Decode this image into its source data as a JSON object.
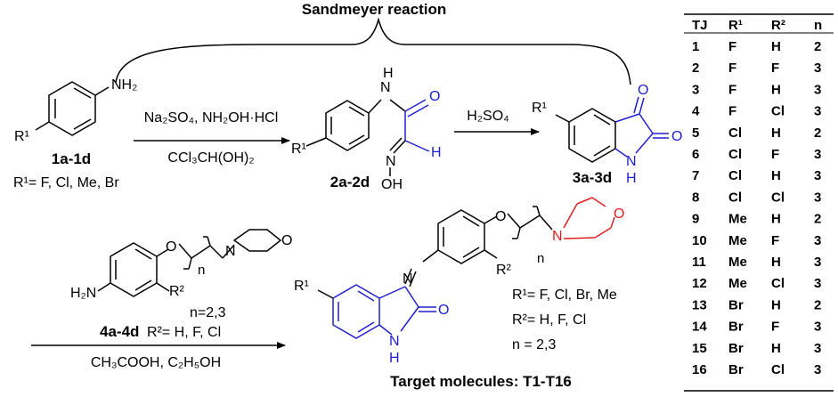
{
  "title": "Sandmeyer reaction",
  "compounds": {
    "c1_label": "1a-1d",
    "c1_r1_list": "R¹= F, Cl, Me, Br",
    "c2_label": "2a-2d",
    "c3_label": "3a-3d",
    "c4_label": "4a-4d",
    "c4_r2_list": "R²= H, F, Cl",
    "c4_n": "n=2,3",
    "target_label": "Target molecules:  T1-T16"
  },
  "conditions": {
    "step1_top": "Na₂SO₄, NH₂OH·HCl",
    "step1_bottom": "CCl₃CH(OH)₂",
    "step2": "H₂SO₄",
    "step3": "CH₃COOH, C₂H₅OH"
  },
  "target_substituents": {
    "r1": "R¹= F, Cl, Br, Me",
    "r2": "R²= H, F, Cl",
    "n": "n  = 2,3"
  },
  "atoms": {
    "nh2": "NH₂",
    "h2n": "H₂N",
    "r1": "R¹",
    "r2": "R²",
    "n_atom": "N",
    "o_atom": "O",
    "h_atom": "H",
    "nh": "NH",
    "oh": "OH",
    "nlink": "n"
  },
  "table": {
    "headers": [
      "TJ",
      "R¹",
      "R²",
      "n"
    ],
    "rows": [
      [
        "1",
        "F",
        "H",
        "2"
      ],
      [
        "2",
        "F",
        "F",
        "3"
      ],
      [
        "3",
        "F",
        "H",
        "3"
      ],
      [
        "4",
        "F",
        "Cl",
        "3"
      ],
      [
        "5",
        "Cl",
        "H",
        "2"
      ],
      [
        "6",
        "Cl",
        "F",
        "3"
      ],
      [
        "7",
        "Cl",
        "H",
        "3"
      ],
      [
        "8",
        "Cl",
        "Cl",
        "3"
      ],
      [
        "9",
        "Me",
        "H",
        "2"
      ],
      [
        "10",
        "Me",
        "F",
        "3"
      ],
      [
        "11",
        "Me",
        "H",
        "3"
      ],
      [
        "12",
        "Me",
        "Cl",
        "3"
      ],
      [
        "13",
        "Br",
        "H",
        "2"
      ],
      [
        "14",
        "Br",
        "F",
        "3"
      ],
      [
        "15",
        "Br",
        "H",
        "3"
      ],
      [
        "16",
        "Br",
        "Cl",
        "3"
      ]
    ]
  },
  "colors": {
    "blue": "#2020d0",
    "red": "#e02020",
    "black": "#000000"
  }
}
